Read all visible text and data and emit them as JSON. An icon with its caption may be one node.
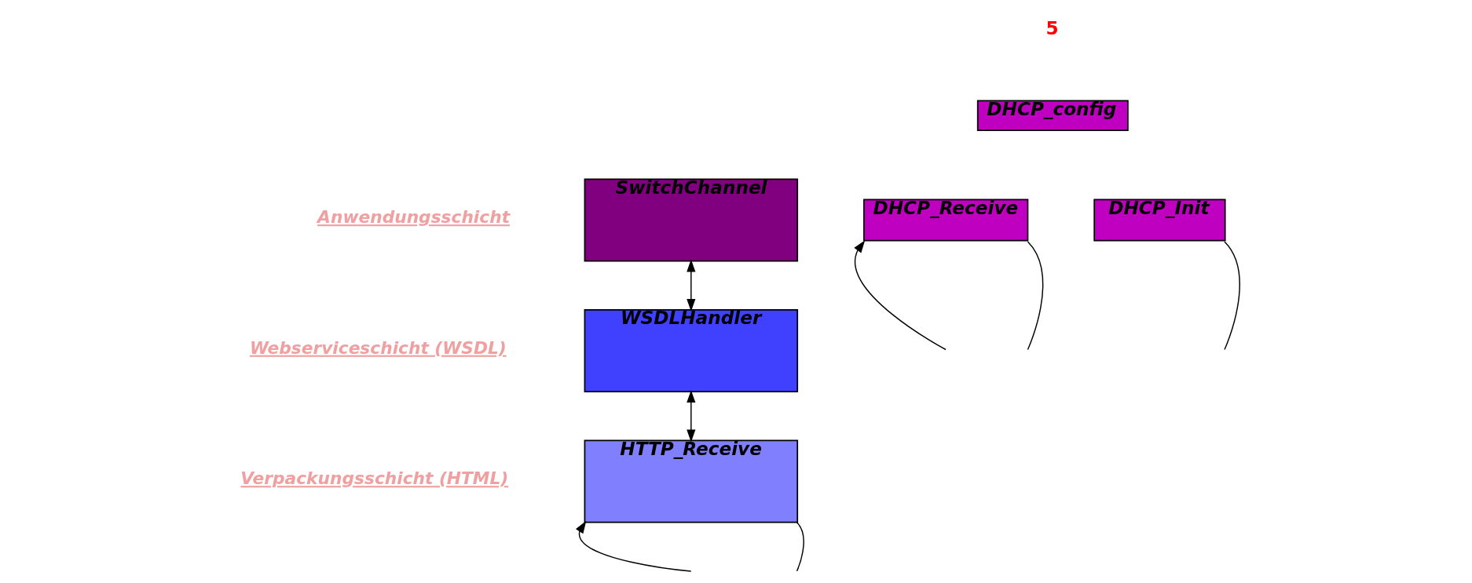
{
  "diagram": {
    "nodes": [
      {
        "text": [
          "SwitchChannel"
        ]
      },
      {
        "text": [
          "WSDLHandler"
        ]
      },
      {
        "text": [
          "HTTP_Receive"
        ]
      },
      {
        "text": [
          "DHCP_config"
        ]
      },
      {
        "text": [
          "DHCP_Receive"
        ]
      },
      {
        "text": [
          "DHCP_Init"
        ]
      }
    ],
    "edges": [
      {
        "from": 0,
        "to": 1,
        "arrow": "both"
      },
      {
        "from": 1,
        "to": 2,
        "arrow": "both"
      },
      {
        "from": null,
        "to": 2,
        "arrow": "to"
      },
      {
        "from": 2,
        "to": null,
        "arrow": "none"
      },
      {
        "from": null,
        "to": 4,
        "arrow": "to"
      },
      {
        "from": 4,
        "to": null,
        "arrow": "none"
      },
      {
        "from": 5,
        "to": null,
        "arrow": "none"
      }
    ],
    "labels": [
      "5",
      "Anwendungsschicht",
      "Webserviceschicht (WSDL)",
      "Verpackungsschicht (HTML)"
    ]
  }
}
